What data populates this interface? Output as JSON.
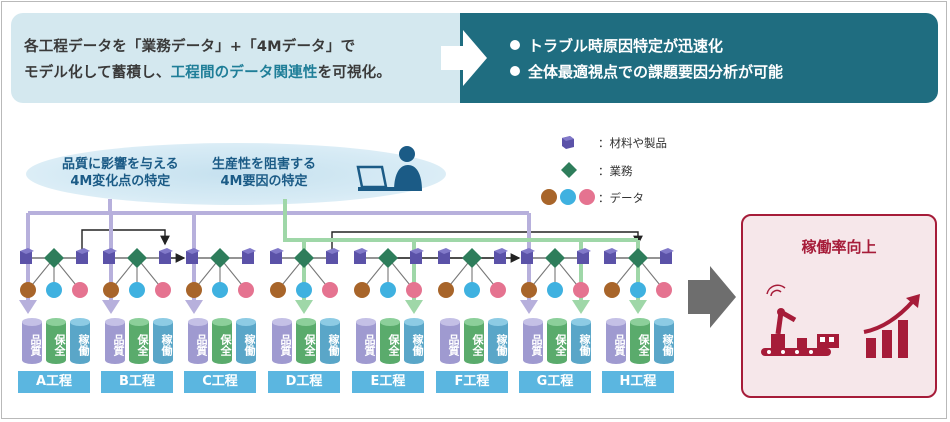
{
  "banner": {
    "left_line1": "各工程データを「業務データ」+「4Mデータ」で",
    "left_line2_pre": "モデル化して蓄積し、",
    "left_line2_hl": "工程間のデータ関連性",
    "left_line2_post": "を可視化。",
    "right_items": [
      "トラブル時原因特定が迅速化",
      "全体最適視点での課題要因分析が可能"
    ]
  },
  "factors": {
    "quality": [
      "品質に影響を与える",
      "4M変化点の特定"
    ],
    "productivity": [
      "生産性を阻害する",
      "4M要因の特定"
    ]
  },
  "legend": {
    "material": "：材料や製品",
    "business": "：業務",
    "data": "：データ"
  },
  "processes": [
    "A工程",
    "B工程",
    "C工程",
    "D工程",
    "E工程",
    "F工程",
    "G工程",
    "H工程"
  ],
  "cylinders": [
    "品質",
    "保全",
    "稼働"
  ],
  "result": {
    "title": "稼働率向上"
  },
  "colors": {
    "banner_light": "#d4e8ef",
    "banner_dark": "#1f6d80",
    "highlight": "#1f7e98",
    "material": "#5b52a8",
    "business": "#2e7d5b",
    "data_brown": "#a8652a",
    "data_blue": "#3fb1e0",
    "data_pink": "#e57390",
    "quality_line": "#b7b0dc",
    "productivity_line": "#9fd7a8",
    "process_label": "#5bb6e0",
    "result_border": "#a61c39",
    "result_bg": "#f6e7ea"
  }
}
